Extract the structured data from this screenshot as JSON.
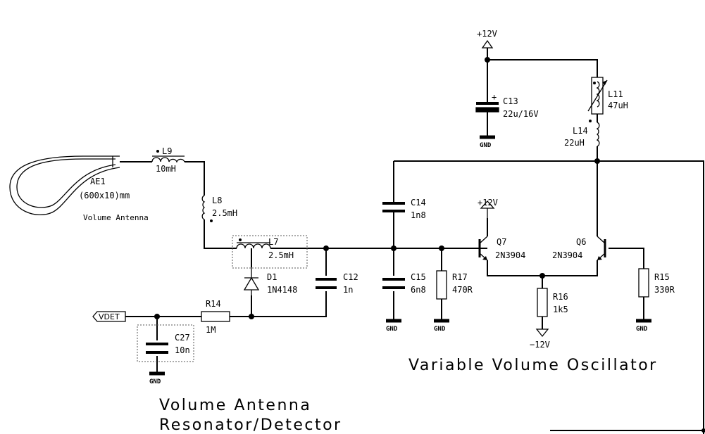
{
  "titles": {
    "oscillator": "Variable Volume Oscillator",
    "resonator_line1": "Volume Antenna",
    "resonator_line2": "Resonator/Detector"
  },
  "antenna": {
    "ref": "AE1",
    "size": "(600x10)mm",
    "name": "Volume Antenna"
  },
  "L9": {
    "ref": "L9",
    "value": "10mH"
  },
  "L8": {
    "ref": "L8",
    "value": "2.5mH"
  },
  "L7": {
    "ref": "L7",
    "value": "2.5mH"
  },
  "L11": {
    "ref": "L11",
    "value": "47uH"
  },
  "L14": {
    "ref": "L14",
    "value": "22uH"
  },
  "D1": {
    "ref": "D1",
    "value": "1N4148"
  },
  "C12": {
    "ref": "C12",
    "value": "1n"
  },
  "C13": {
    "ref": "C13",
    "value": "22u/16V",
    "plus": "+"
  },
  "C14": {
    "ref": "C14",
    "value": "1n8"
  },
  "C15": {
    "ref": "C15",
    "value": "6n8"
  },
  "C27": {
    "ref": "C27",
    "value": "10n"
  },
  "R14": {
    "ref": "R14",
    "value": "1M"
  },
  "R15": {
    "ref": "R15",
    "value": "330R"
  },
  "R16": {
    "ref": "R16",
    "value": "1k5"
  },
  "R17": {
    "ref": "R17",
    "value": "470R"
  },
  "Q6": {
    "ref": "Q6",
    "value": "2N3904"
  },
  "Q7": {
    "ref": "Q7",
    "value": "2N3904"
  },
  "nets": {
    "vdet": "VDET",
    "vcc_top": "+12V",
    "vcc_q7": "+12V",
    "vee": "−12V",
    "gnd": "GND"
  }
}
